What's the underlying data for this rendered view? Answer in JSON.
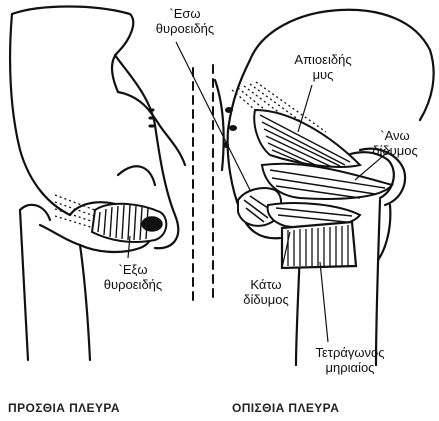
{
  "labels": {
    "internal_obturator": [
      "`Εσω",
      "θυροειδής"
    ],
    "piriformis": [
      "Απιοειδής",
      "μυς"
    ],
    "superior_gemellus": [
      "`Ανω",
      "δίδυμος"
    ],
    "external_obturator": [
      "`Εξω",
      "θυροειδής"
    ],
    "inferior_gemellus": [
      "Κάτω",
      "δίδυμος"
    ],
    "quadratus_femoris": [
      "Τετράγωνος",
      "μηριαίος"
    ]
  },
  "captions": {
    "front": "ΠΡΟΣΘΙΑ ΠΛΕΥΡΑ",
    "back": "ΟΠΙΣΘΙΑ ΠΛΕΥΡΑ"
  }
}
